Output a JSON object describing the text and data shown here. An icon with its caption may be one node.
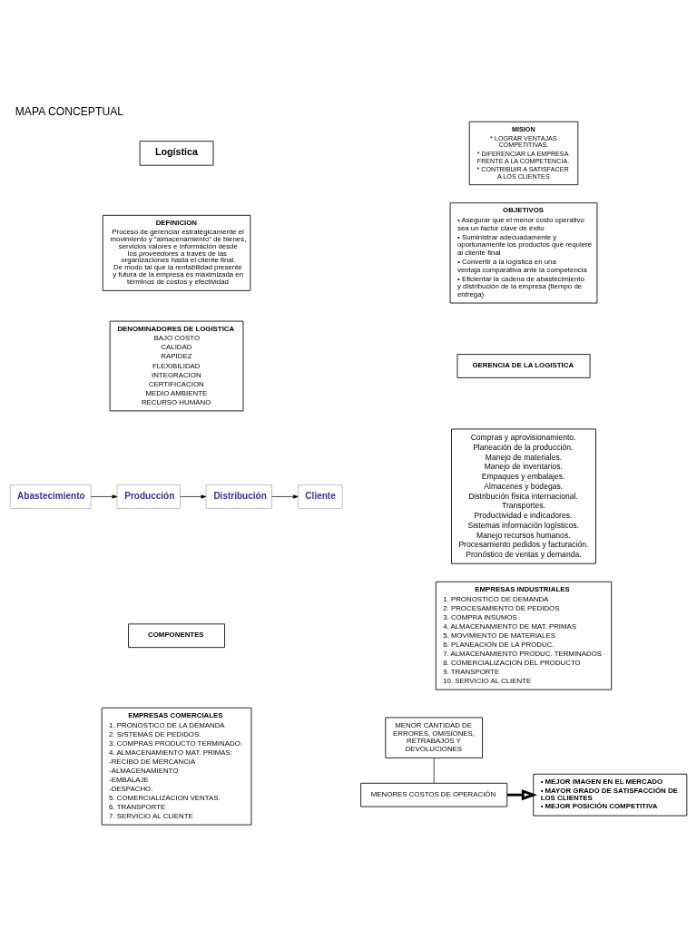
{
  "diagram": {
    "title": "MAPA CONCEPTUAL",
    "nodes": [
      {
        "text": [
          "Logística"
        ]
      },
      {
        "text": [
          "MISION",
          "* LOGRAR VENTAJAS COMPETITIVAS.",
          "* DIFERENCIAR LA EMPRESA FRENTE A LA COMPETENCIA.",
          "* CONTRIBUIR A SATISFACER A LOS CLIENTES"
        ]
      },
      {
        "text": [
          "DEFINICION",
          "Proceso de gerenciar estratégicamente el movimiento y “almacenamiento” de bienes, servicios valores e información desde los *proveedores* a través de las organizaciones hasta el cliente final. De modo tal que la rentabilidad presente y futura de la empresa es maximizada en términos de costos y efectividad"
        ]
      },
      {
        "text": [
          "OBJETIVOS",
          "• Asegurar que el menor costo operativo sea un factor clave de éxito",
          "• Suministrar adecuadamente y oportunamente los productos que requiere al cliente final",
          "• Convertir a la logística en una ventaja comparativa ante la competencia",
          "• Eficientar la cadena de abastecimiento y distribución de la empresa (tiempo de entrega)"
        ]
      },
      {
        "text": [
          "DENOMINADORES DE LOGISTICA",
          "BAJO COSTO",
          "CALIDAD",
          "RAPIDEZ",
          "FLEXIBILIDAD",
          "INTEGRACION",
          "CERTIFICACION",
          "MEDIO AMBIENTE",
          "RECURSO HUMANO"
        ]
      },
      {
        "text": [
          "GERENCIA DE LA LOGISTICA"
        ]
      },
      {
        "text": [
          "Abastecimiento"
        ]
      },
      {
        "text": [
          "Producción"
        ]
      },
      {
        "text": [
          "Distribución"
        ]
      },
      {
        "text": [
          "Cliente"
        ]
      },
      {
        "text": [
          "Compras y aprovisionamiento.",
          "Planeación de la producción.",
          "Manejo de materiales.",
          "Manejo de inventarios.",
          "Empaques y embalajes.",
          "Almacenes y bodegas.",
          "Distribución física internacional.",
          "Transportes.",
          "Productividad e indicadores.",
          "Sistemas información logísticos.",
          "Manejo recursos humanos.",
          "Procesamiento pedidos y facturación.",
          "Pronóstico de ventas y demanda."
        ]
      },
      {
        "text": [
          "COMPONENTES"
        ]
      },
      {
        "text": [
          "EMPRESAS INDUSTRIALES",
          "1. PRONOSTICO DE DEMANDA",
          "2. PROCESAMIENTO DE PEDIDOS",
          "3. COMPRA INSUMOS",
          "4. ALMACENAMIENTO DE MAT. PRIMAS",
          "5. MOVIMIENTO DE MATERIALES",
          "6. PLANEACION DE LA PRODUC.",
          "7. ALMACENAMIENTO PRODUC. TERMINADOS",
          "8. COMERCIALIZACION DEL PRODUCTO",
          "9. TRANSPORTE",
          "10. SERVICIO AL CLIENTE"
        ]
      },
      {
        "text": [
          "EMPRESAS COMERCIALES",
          "1. PRONOSTICO DE LA DEMANDA",
          "2. SISTEMAS DE PEDIDOS.",
          "3. COMPRAS PRODUCTO TERMINADO.",
          "4. ALMACENAMIENTO MAT. PRIMAS:",
          "-RECIBO DE MERCANCIA",
          "-ALMACENAMIENTO",
          "-EMBALAJE",
          "-DESPACHO.",
          "5. COMERCIALIZACION VENTAS.",
          "6. TRANSPORTE",
          "7. SERVICIO AL CLIENTE"
        ]
      },
      {
        "text": [
          "MENOR CANTIDAD DE ERRORES, OMISIONES, RETRABAJOS Y DEVOLUCIONES"
        ]
      },
      {
        "text": [
          "MENORES COSTOS DE OPERACIÓN"
        ]
      },
      {
        "text": [
          "• MEJOR IMAGEN EN EL MERCADO",
          "• MAYOR GRADO DE SATISFACCIÓN DE LOS CLIENTES",
          "• MEJOR POSICIÓN COMPETITIVA"
        ]
      }
    ],
    "edges": [
      {
        "from": 6,
        "to": 7,
        "arrow": "to"
      },
      {
        "from": 7,
        "to": 8,
        "arrow": "to"
      },
      {
        "from": 8,
        "to": 9,
        "arrow": "to"
      },
      {
        "from": 14,
        "to": 15,
        "arrow": "none"
      },
      {
        "from": 15,
        "to": 16,
        "arrow": "to",
        "style": "thick"
      }
    ]
  }
}
